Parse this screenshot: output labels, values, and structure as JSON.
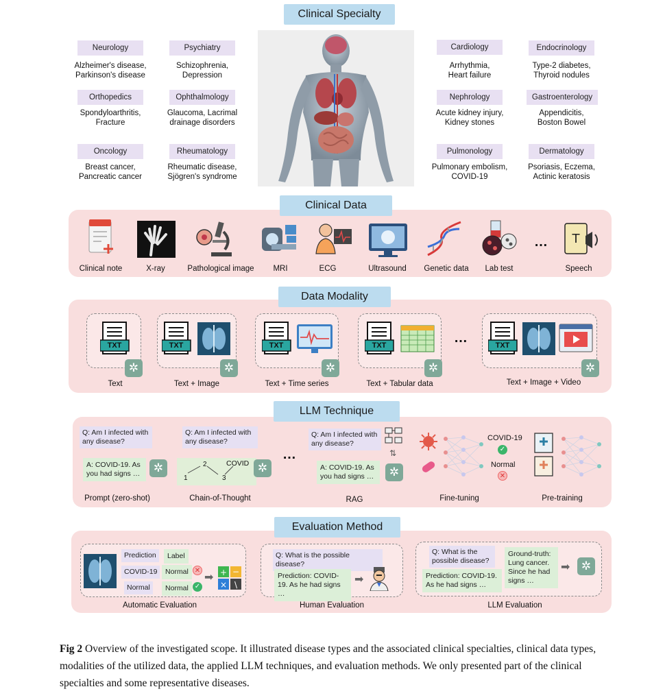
{
  "sections": {
    "clinical_specialty": "Clinical Specialty",
    "clinical_data": "Clinical Data",
    "data_modality": "Data Modality",
    "llm_technique": "LLM Technique",
    "evaluation_method": "Evaluation Method"
  },
  "specialties_left": [
    {
      "name": "Neurology",
      "diseases": [
        "Alzheimer's disease,",
        "Parkinson's disease"
      ]
    },
    {
      "name": "Psychiatry",
      "diseases": [
        "Schizophrenia,",
        "Depression"
      ]
    },
    {
      "name": "Orthopedics",
      "diseases": [
        "Spondyloarthritis,",
        "Fracture"
      ]
    },
    {
      "name": "Ophthalmology",
      "diseases": [
        "Glaucoma, Lacrimal",
        "drainage disorders"
      ]
    },
    {
      "name": "Oncology",
      "diseases": [
        "Breast cancer,",
        "Pancreatic cancer"
      ]
    },
    {
      "name": "Rheumatology",
      "diseases": [
        "Rheumatic disease,",
        "Sjögren's syndrome"
      ]
    }
  ],
  "specialties_right": [
    {
      "name": "Cardiology",
      "diseases": [
        "Arrhythmia,",
        "Heart failure"
      ]
    },
    {
      "name": "Endocrinology",
      "diseases": [
        "Type-2 diabetes,",
        "Thyroid nodules"
      ]
    },
    {
      "name": "Nephrology",
      "diseases": [
        "Acute kidney injury,",
        "Kidney stones"
      ]
    },
    {
      "name": "Gastroenterology",
      "diseases": [
        "Appendicitis,",
        "Boston Bowel"
      ]
    },
    {
      "name": "Pulmonology",
      "diseases": [
        "Pulmonary embolism,",
        "COVID-19"
      ]
    },
    {
      "name": "Dermatology",
      "diseases": [
        "Psoriasis, Eczema,",
        "Actinic keratosis"
      ]
    }
  ],
  "clinical_data": [
    "Clinical note",
    "X-ray",
    "Pathological image",
    "MRI",
    "ECG",
    "Ultrasound",
    "Genetic data",
    "Lab test",
    "…",
    "Speech"
  ],
  "modalities": [
    "Text",
    "Text + Image",
    "Text + Time series",
    "Text + Tabular data",
    "…",
    "Text + Image + Video"
  ],
  "txt_label": "TXT",
  "technique": {
    "prompt": {
      "q": "Q: Am I infected with any disease?",
      "a": "A: COVID-19. As you had signs …",
      "label": "Prompt (zero-shot)"
    },
    "cot": {
      "q": "Q: Am I infected with any disease?",
      "steps": [
        "1",
        "2",
        "3"
      ],
      "answer": "COVID",
      "label": "Chain-of-Thought"
    },
    "dots": "…",
    "rag": {
      "q": "Q: Am I infected with any disease?",
      "a": "A: COVID-19. As you had signs …",
      "label": "RAG"
    },
    "finetune": {
      "out1": "COVID-19",
      "out2": "Normal",
      "label": "Fine-tuning"
    },
    "pretrain": {
      "label": "Pre-training"
    }
  },
  "evaluation": {
    "automatic": {
      "label": "Automatic Evaluation",
      "headers": [
        "Prediction",
        "Label"
      ],
      "rows": [
        [
          "COVID-19",
          "Normal"
        ],
        [
          "Normal",
          "Normal"
        ]
      ]
    },
    "human": {
      "label": "Human Evaluation",
      "q": "Q: What is the possible disease?",
      "pred": "Prediction: COVID-19. As he had signs …"
    },
    "llm": {
      "label": "LLM Evaluation",
      "q": "Q: What is the possible disease?",
      "pred": "Prediction: COVID-19. As he had signs …",
      "gt": "Ground-truth: Lung cancer. Since he had signs …"
    }
  },
  "caption": {
    "label": "Fig 2",
    "text": "Overview of the investigated scope. It illustrated disease types and the associated clinical specialties, clinical data types, modalities of the utilized data, the applied LLM techniques, and evaluation methods. We only presented part of the clinical specialties and some representative diseases."
  },
  "colors": {
    "panel": "#f9dede",
    "section_tag": "#bcdcef",
    "specialty_tag": "#e8e0f2",
    "gpt": "#7fa898",
    "question_bubble": "#e6e0f3",
    "answer_bubble": "#dcefd8"
  }
}
